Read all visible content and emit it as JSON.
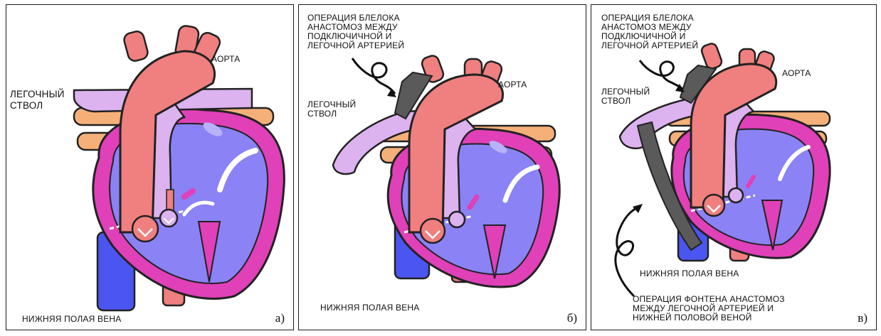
{
  "panels": [
    {
      "id": "a",
      "sublabel": "а)",
      "labels": {
        "aorta": "АОРТА",
        "pulmonary_trunk": "ЛЕГОЧНЫЙ\nСТВОЛ",
        "ivc": "НИЖНЯЯ ПОЛАЯ ВЕНА"
      }
    },
    {
      "id": "b",
      "sublabel": "б)",
      "labels": {
        "operation": "ОПЕРАЦИЯ БЛЕЛОКА\nАНАСТОМОЗ МЕЖДУ\nПОДКЛЮЧИЧНОЙ И\nЛЕГОЧНОЙ АРТЕРИЕЙ",
        "aorta": "АОРТА",
        "pulmonary_trunk": "ЛЕГОЧНЫЙ\nСТВОЛ",
        "ivc": "НИЖНЯЯ ПОЛАЯ ВЕНА"
      }
    },
    {
      "id": "c",
      "sublabel": "в)",
      "labels": {
        "operation": "ОПЕРАЦИЯ БЛЕЛОКА\nАНАСТОМОЗ МЕЖДУ\nПОДКЛЮЧИЧНОЙ И\nЛЕГОЧНОЙ АРТЕРИЕЙ",
        "aorta": "АОРТА",
        "pulmonary_trunk": "ЛЕГОЧНЫЙ\nСТВОЛ",
        "ivc": "НИЖНЯЯ ПОЛАЯ ВЕНА",
        "fontan": "ОПЕРАЦИЯ ФОНТЕНА АНАСТОМОЗ\nМЕЖДУ ЛЕГОЧНОЙ АРТЕРИЕЙ И\nНИЖНЕЙ ПОЛОВОЙ ВЕНОЙ"
      }
    }
  ],
  "colors": {
    "aorta": "#f07f7f",
    "pulmonary": "#dcb2ef",
    "heart_fill": "#8a82f5",
    "heart_outline": "#e040b8",
    "veins": "#f5b07a",
    "ivc": "#4b55f0",
    "shunt": "#5a5a5a"
  }
}
